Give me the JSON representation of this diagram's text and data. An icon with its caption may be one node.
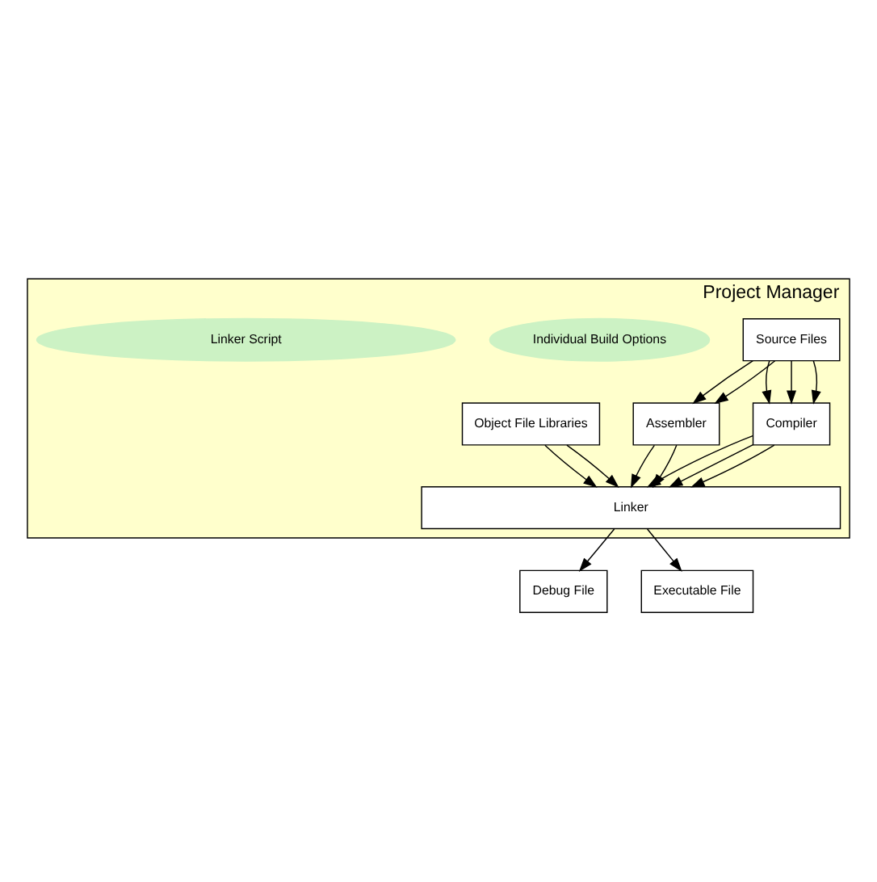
{
  "diagram": {
    "nodes": [
      {
        "text": [
          "Project Manager"
        ]
      },
      {
        "text": [
          "Source Files"
        ],
        "in": 0
      },
      {
        "text": [
          "Individual Build Options"
        ],
        "in": 0
      },
      {
        "text": [
          "Assembler"
        ],
        "in": 0
      },
      {
        "text": [
          "Compiler"
        ],
        "in": 0
      },
      {
        "text": [
          "Object File Libraries"
        ],
        "in": 0
      },
      {
        "text": [
          "Linker Script"
        ],
        "in": 0
      },
      {
        "text": [
          "Linker"
        ],
        "in": 0
      },
      {
        "text": [
          "Debug File"
        ]
      },
      {
        "text": [
          "Executable File"
        ]
      }
    ],
    "edges": [
      {
        "from": 1,
        "to": 3,
        "arrow": "to"
      },
      {
        "from": 1,
        "to": 3,
        "arrow": "to"
      },
      {
        "from": 1,
        "to": 4,
        "arrow": "to"
      },
      {
        "from": 1,
        "to": 4,
        "arrow": "to"
      },
      {
        "from": 1,
        "to": 4,
        "arrow": "to"
      },
      {
        "from": 3,
        "to": 7,
        "arrow": "to"
      },
      {
        "from": 3,
        "to": 7,
        "arrow": "to"
      },
      {
        "from": 4,
        "to": 7,
        "arrow": "to"
      },
      {
        "from": 4,
        "to": 7,
        "arrow": "to"
      },
      {
        "from": 4,
        "to": 7,
        "arrow": "to"
      },
      {
        "from": 5,
        "to": 7,
        "arrow": "to"
      },
      {
        "from": 5,
        "to": 7,
        "arrow": "to"
      },
      {
        "from": 7,
        "to": 8,
        "arrow": "to"
      },
      {
        "from": 7,
        "to": 9,
        "arrow": "to"
      }
    ]
  }
}
